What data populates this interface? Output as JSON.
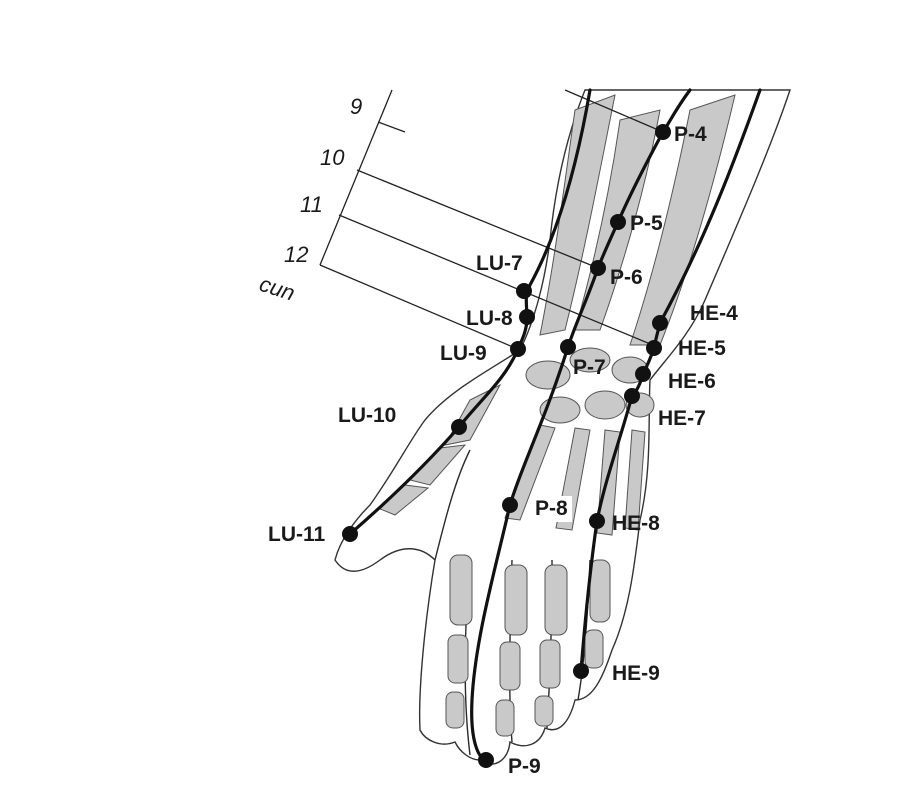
{
  "scale": {
    "ticks": [
      "9",
      "10",
      "11",
      "12"
    ],
    "unit": "cun"
  },
  "points": {
    "P-4": "P-4",
    "P-5": "P-5",
    "P-6": "P-6",
    "P-7": "P-7",
    "P-8": "P-8",
    "P-9": "P-9",
    "LU-7": "LU-7",
    "LU-8": "LU-8",
    "LU-9": "LU-9",
    "LU-10": "LU-10",
    "LU-11": "LU-11",
    "HE-4": "HE-4",
    "HE-5": "HE-5",
    "HE-6": "HE-6",
    "HE-7": "HE-7",
    "HE-8": "HE-8",
    "HE-9": "HE-9"
  },
  "colors": {
    "line": "#111111",
    "bone": "#c9c9c9",
    "skin": "#ffffff"
  }
}
